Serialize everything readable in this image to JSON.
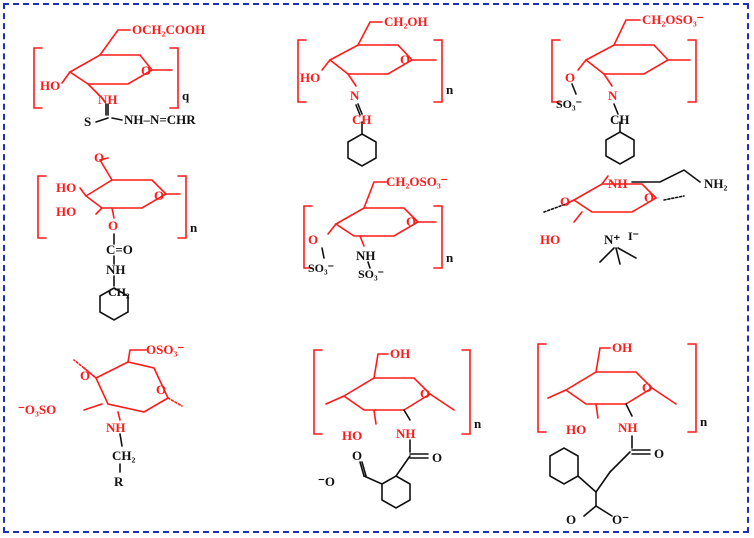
{
  "colors": {
    "frame": "#1f2fb8",
    "red": "#ff1a1a",
    "black": "#111111"
  },
  "s1": {
    "top": "OCH₂COOH",
    "ho": "HO",
    "o": "O",
    "nh": "NH",
    "s": "S",
    "chain": "NH–N=CHR",
    "sub": "q"
  },
  "s2": {
    "top": "CH₂OH",
    "ho": "HO",
    "o": "O",
    "n": "N",
    "ch": "CH",
    "sub": "n"
  },
  "s3": {
    "top": "CH₂OSO₃⁻",
    "o": "O",
    "n": "N",
    "so3": "SO₃⁻",
    "ch": "CH"
  },
  "s4": {
    "ho1": "HO",
    "ho2": "HO",
    "o": "O",
    "co": "C=O",
    "nh": "NH",
    "ch2": "CH₂",
    "sub": "n"
  },
  "s5": {
    "top": "CH₂OSO₃⁻",
    "o": "O",
    "nh": "NH",
    "so3a": "SO₃⁻",
    "so3b": "SO₃⁻",
    "sub": "n"
  },
  "s6": {
    "nh": "NH",
    "nh2": "NH₂",
    "o": "O",
    "ho": "HO",
    "n": "N⁺",
    "i": "I⁻"
  },
  "s7": {
    "top": "OSO₃⁻",
    "o": "O",
    "left": "⁻O₃SO",
    "nh": "NH",
    "ch2": "CH₂",
    "r": "R"
  },
  "s8": {
    "oh": "OH",
    "o": "O",
    "ho": "HO",
    "nh": "NH",
    "acyl": "O",
    "carb": "⁻O",
    "sub": "n"
  },
  "s9": {
    "oh": "OH",
    "o": "O",
    "ho": "HO",
    "nh": "NH",
    "acyl": "O",
    "carb": "O⁻",
    "carbo": "O",
    "sub": "n"
  }
}
